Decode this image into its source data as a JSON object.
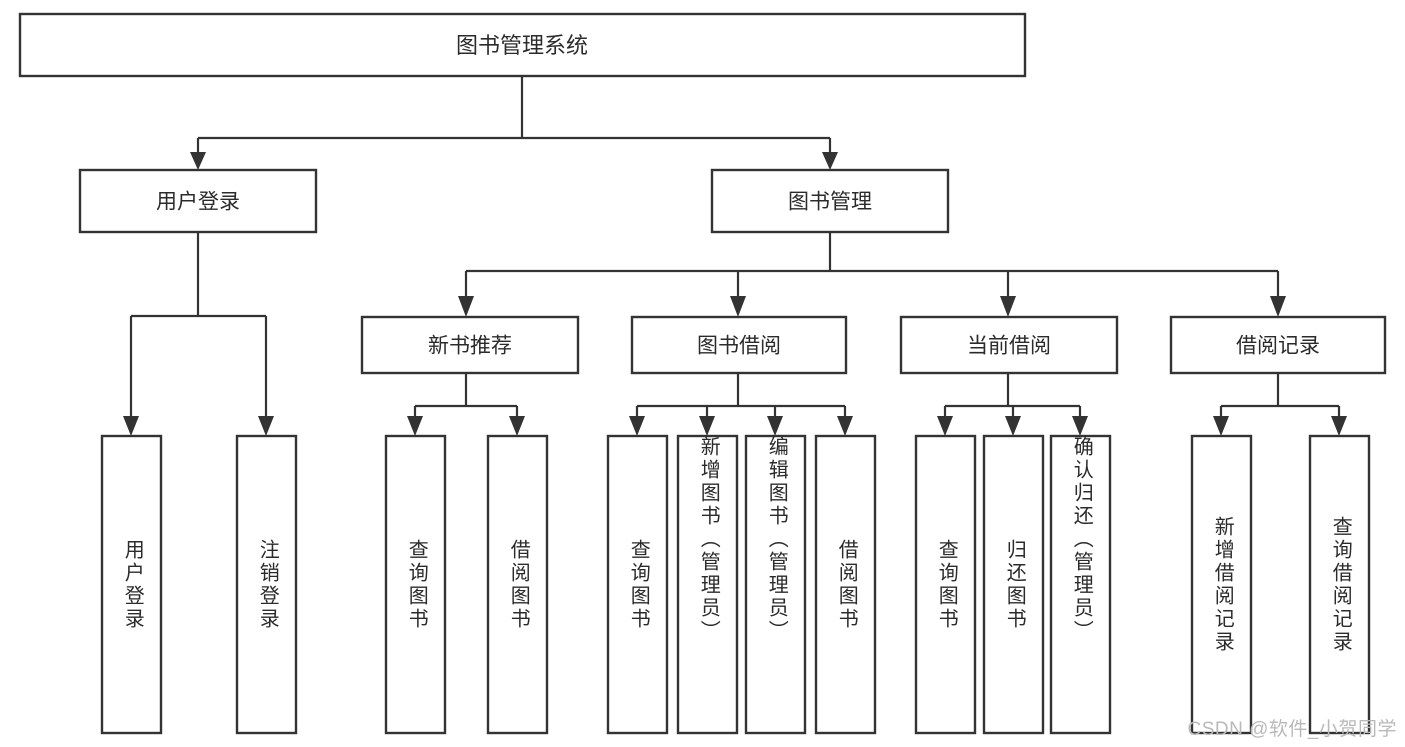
{
  "diagram": {
    "title": "图书管理系统",
    "type": "tree",
    "watermark": "CSDN @软件_小贺同学",
    "colors": {
      "stroke": "#333333",
      "fill": "#ffffff",
      "text": "#2b2b2b",
      "watermark": "#b9b9b9"
    },
    "levels": {
      "root": {
        "label": "图书管理系统"
      },
      "level2": [
        {
          "id": "user-login",
          "label": "用户登录"
        },
        {
          "id": "book-management",
          "label": "图书管理"
        }
      ],
      "level3": [
        {
          "id": "new-book-recommend",
          "label": "新书推荐",
          "parent": "book-management"
        },
        {
          "id": "book-borrow",
          "label": "图书借阅",
          "parent": "book-management"
        },
        {
          "id": "current-borrow",
          "label": "当前借阅",
          "parent": "book-management"
        },
        {
          "id": "borrow-record",
          "label": "借阅记录",
          "parent": "book-management"
        }
      ],
      "leaves": [
        {
          "id": "leaf-user-login",
          "label": "用户登录",
          "parent": "user-login"
        },
        {
          "id": "leaf-logout-login",
          "label": "注销登录",
          "parent": "user-login"
        },
        {
          "id": "leaf-query-book-1",
          "label": "查询图书",
          "parent": "new-book-recommend"
        },
        {
          "id": "leaf-borrow-book-1",
          "label": "借阅图书",
          "parent": "new-book-recommend"
        },
        {
          "id": "leaf-query-book-2",
          "label": "查询图书",
          "parent": "book-borrow"
        },
        {
          "id": "leaf-add-book",
          "label": "新增图书（管理员）",
          "parent": "book-borrow"
        },
        {
          "id": "leaf-edit-book",
          "label": "编辑图书（管理员）",
          "parent": "book-borrow"
        },
        {
          "id": "leaf-borrow-book-2",
          "label": "借阅图书",
          "parent": "book-borrow"
        },
        {
          "id": "leaf-query-book-3",
          "label": "查询图书",
          "parent": "current-borrow"
        },
        {
          "id": "leaf-return-book",
          "label": "归还图书",
          "parent": "current-borrow"
        },
        {
          "id": "leaf-confirm-return",
          "label": "确认归还（管理员）",
          "parent": "current-borrow"
        },
        {
          "id": "leaf-add-record",
          "label": "新增借阅记录",
          "parent": "borrow-record"
        },
        {
          "id": "leaf-query-record",
          "label": "查询借阅记录",
          "parent": "borrow-record"
        }
      ]
    }
  }
}
